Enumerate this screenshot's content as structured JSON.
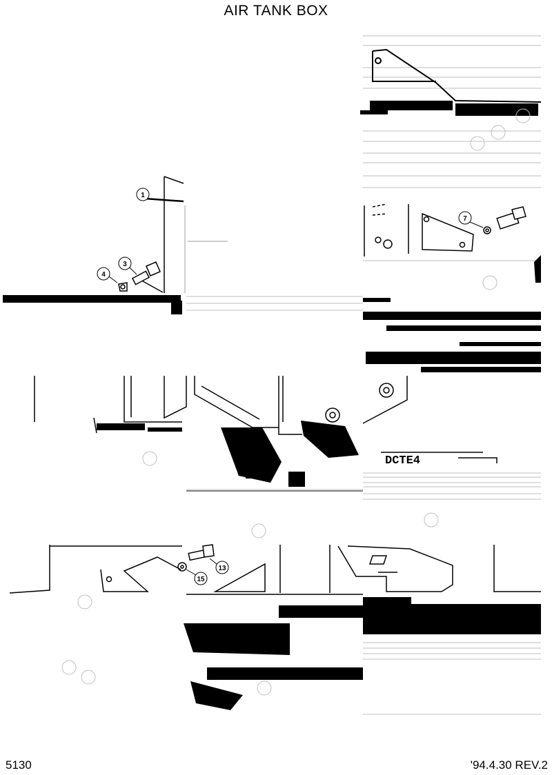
{
  "title": "AIR TANK BOX",
  "page_number": "5130",
  "revision": "'94.4.30 REV.2",
  "callouts": [
    "1",
    "3",
    "4",
    "7",
    "13",
    "15"
  ],
  "stamp_text": "DCTE4",
  "colors": {
    "ink": "#000000",
    "paper": "#ffffff",
    "faint": "#bdbdbd"
  }
}
